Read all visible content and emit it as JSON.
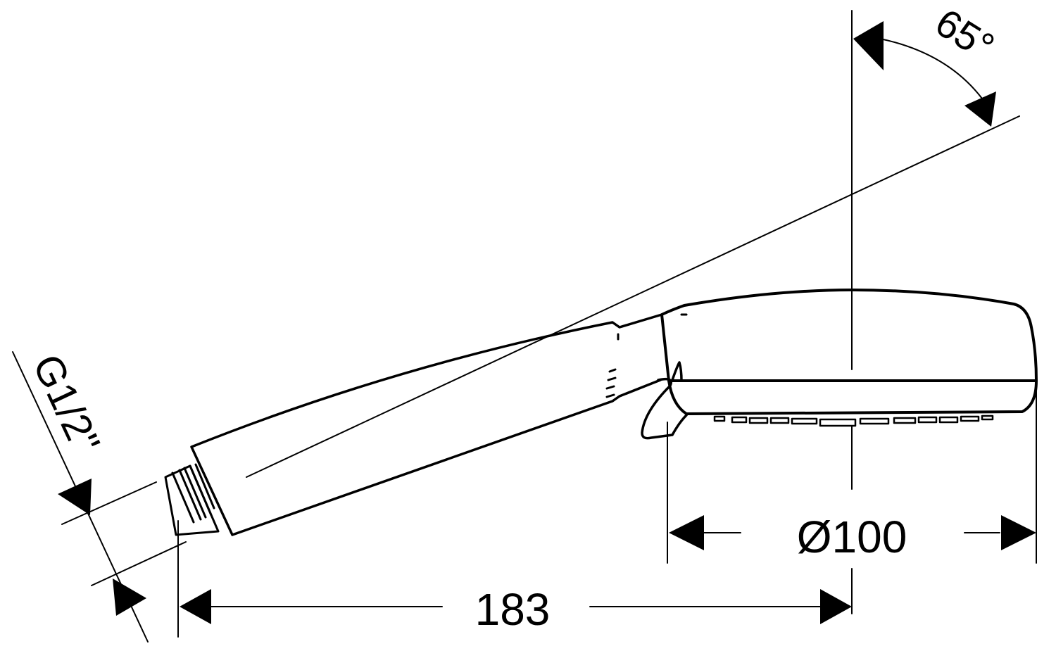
{
  "drawing": {
    "angle_label": "65°",
    "thread_label": "G1/2\"",
    "diameter_label": "Ø100",
    "length_label": "183"
  },
  "colors": {
    "line": "#000000",
    "background": "#ffffff"
  }
}
